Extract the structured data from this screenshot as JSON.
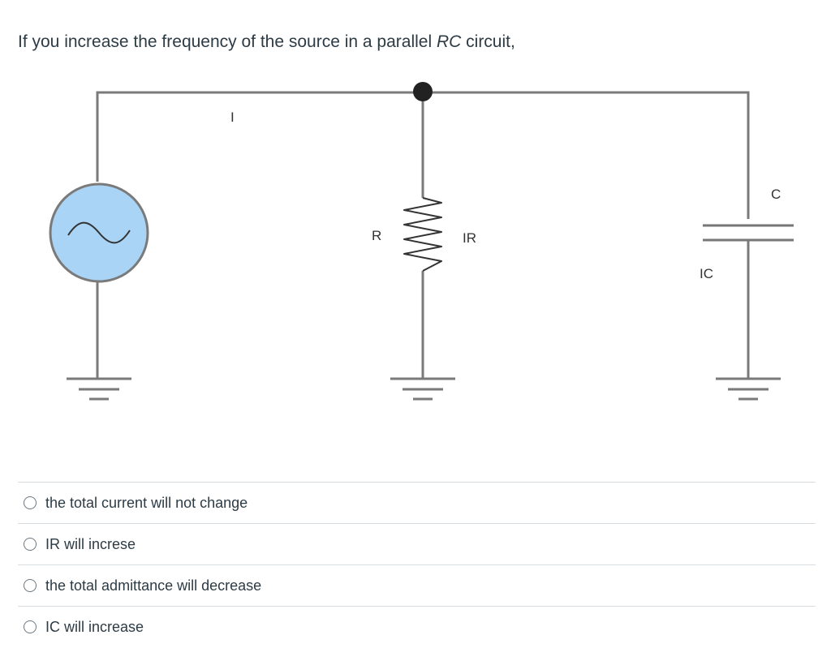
{
  "question": {
    "text_before": "If you increase the frequency of the source in a parallel ",
    "text_italic": "RC",
    "text_after": " circuit,"
  },
  "circuit": {
    "current_label": "I",
    "resistor_label": "R",
    "resistor_current_label": "IR",
    "capacitor_label": "C",
    "capacitor_current_label": "IC",
    "source_fill_color": "#a9d4f5"
  },
  "answers": [
    {
      "label": "the total current will not change",
      "selected": false
    },
    {
      "label": "IR will increse",
      "selected": false
    },
    {
      "label": "the total admittance will decrease",
      "selected": false
    },
    {
      "label": "IC will increase",
      "selected": false
    }
  ]
}
